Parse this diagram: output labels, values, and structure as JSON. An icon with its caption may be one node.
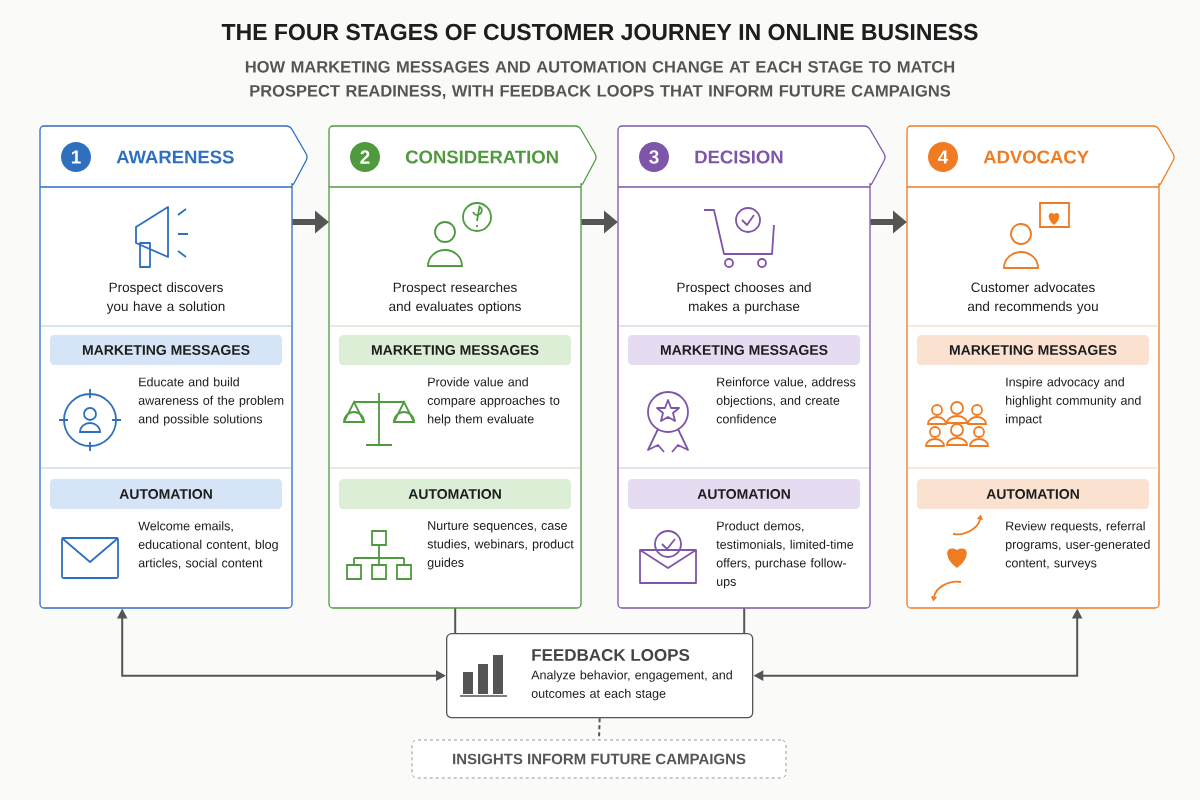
{
  "diagram": {
    "title": "THE FOUR STAGES OF CUSTOMER JOURNEY IN ONLINE BUSINESS",
    "caption": "HOW MARKETING MESSAGES AND AUTOMATION CHANGE AT EACH STAGE TO MATCH PROSPECT READINESS, WITH FEEDBACK LOOPS THAT INFORM FUTURE CAMPAIGNS",
    "nodes": [
      {
        "text": [
          "AWARENESS",
          "Prospect discovers you have a solution",
          "Educate and build awareness of the problem and possible solutions",
          "Welcome emails, educational content, blog articles, social content"
        ]
      },
      {
        "text": [
          "1"
        ],
        "in": 0
      },
      {
        "text": [
          "MARKETING MESSAGES"
        ],
        "in": 0
      },
      {
        "text": [
          "AUTOMATION"
        ],
        "in": 0
      },
      {
        "text": [
          "CONSIDERATION",
          "Prospect researches and evaluates options",
          "Provide value and compare approaches to help them evaluate",
          "Nurture sequences, case studies, webinars, product guides"
        ]
      },
      {
        "text": [
          "2"
        ],
        "in": 4
      },
      {
        "text": [
          "MARKETING MESSAGES"
        ],
        "in": 4
      },
      {
        "text": [
          "AUTOMATION"
        ],
        "in": 4
      },
      {
        "text": [
          "DECISION",
          "Prospect chooses and makes a purchase",
          "Reinforce value, address objections, and create confidence",
          "Product demos, testimonials, limited-time offers, purchase follow-ups"
        ]
      },
      {
        "text": [
          "3"
        ],
        "in": 8
      },
      {
        "text": [
          "MARKETING MESSAGES"
        ],
        "in": 8
      },
      {
        "text": [
          "AUTOMATION"
        ],
        "in": 8
      },
      {
        "text": [
          "ADVOCACY",
          "Customer advocates and recommends you",
          "Inspire advocacy and highlight community and impact",
          "Review requests, referral programs, user-generated content, surveys"
        ]
      },
      {
        "text": [
          "4"
        ],
        "in": 12
      },
      {
        "text": [
          "MARKETING MESSAGES"
        ],
        "in": 12
      },
      {
        "text": [
          "AUTOMATION"
        ],
        "in": 12
      },
      {
        "text": [
          "FEEDBACK LOOPS",
          "Analyze behavior, engagement, and outcomes at each stage"
        ]
      },
      {
        "text": [
          "INSIGHTS INFORM FUTURE CAMPAIGNS"
        ]
      }
    ],
    "edges": [
      {
        "from": 0,
        "to": 4,
        "arrow": "to",
        "style": "thick"
      },
      {
        "from": 4,
        "to": 8,
        "arrow": "to",
        "style": "thick"
      },
      {
        "from": 8,
        "to": 12,
        "arrow": "to",
        "style": "thick"
      },
      {
        "from": 16,
        "to": 0,
        "arrow": "both"
      },
      {
        "from": 16,
        "to": 12,
        "arrow": "both"
      },
      {
        "from": 4,
        "to": 16,
        "arrow": "none"
      },
      {
        "from": 8,
        "to": 16,
        "arrow": "none"
      },
      {
        "from": 16,
        "to": 17,
        "arrow": "none",
        "style": "dashed"
      }
    ]
  }
}
